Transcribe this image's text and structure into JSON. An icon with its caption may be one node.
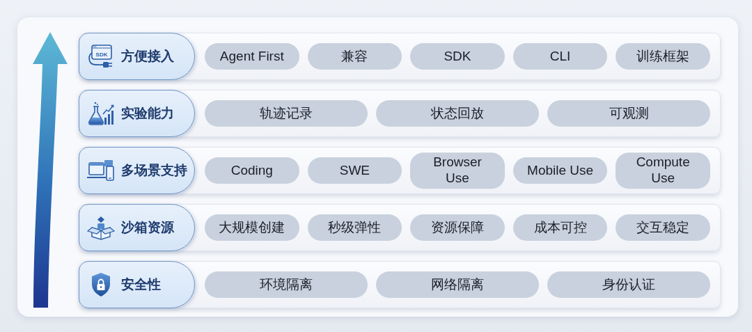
{
  "diagram": {
    "nodes": [
      {
        "text": [],
        "shape": "box"
      },
      {
        "text": [
          "方便接入"
        ],
        "in": 0
      },
      {
        "text": [
          "Agent First"
        ],
        "in": 0
      },
      {
        "text": [
          "兼容"
        ],
        "in": 0
      },
      {
        "text": [
          "SDK"
        ],
        "in": 0
      },
      {
        "text": [
          "CLI"
        ],
        "in": 0
      },
      {
        "text": [
          "训练框架"
        ],
        "in": 0
      },
      {
        "text": [],
        "shape": "box"
      },
      {
        "text": [
          "实验能力"
        ],
        "in": 7
      },
      {
        "text": [
          "轨迹记录"
        ],
        "in": 7
      },
      {
        "text": [
          "状态回放"
        ],
        "in": 7
      },
      {
        "text": [
          "可观测"
        ],
        "in": 7
      },
      {
        "text": [],
        "shape": "box"
      },
      {
        "text": [
          "多场景支持"
        ],
        "in": 12
      },
      {
        "text": [
          "Coding"
        ],
        "in": 12
      },
      {
        "text": [
          "SWE"
        ],
        "in": 12
      },
      {
        "text": [
          "Browser Use"
        ],
        "in": 12
      },
      {
        "text": [
          "Mobile Use"
        ],
        "in": 12
      },
      {
        "text": [
          "Compute Use"
        ],
        "in": 12
      },
      {
        "text": [],
        "shape": "box"
      },
      {
        "text": [
          "沙箱资源"
        ],
        "in": 19
      },
      {
        "text": [
          "大规模创建"
        ],
        "in": 19
      },
      {
        "text": [
          "秒级弹性"
        ],
        "in": 19
      },
      {
        "text": [
          "资源保障"
        ],
        "in": 19
      },
      {
        "text": [
          "成本可控"
        ],
        "in": 19
      },
      {
        "text": [
          "交互稳定"
        ],
        "in": 19
      },
      {
        "text": [],
        "shape": "box"
      },
      {
        "text": [
          "安全性"
        ],
        "in": 26
      },
      {
        "text": [
          "环境隔离"
        ],
        "in": 26
      },
      {
        "text": [
          "网络隔离"
        ],
        "in": 26
      },
      {
        "text": [
          "身份认证"
        ],
        "in": 26
      }
    ],
    "labels": [
      "SDK"
    ]
  }
}
